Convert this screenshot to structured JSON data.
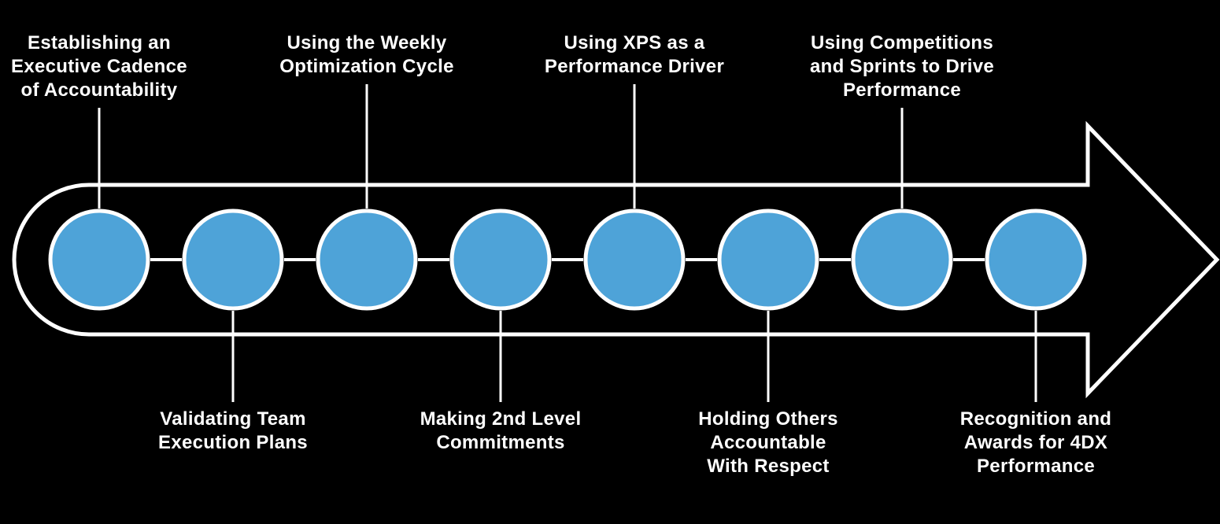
{
  "diagram": {
    "type": "process-arrow-timeline",
    "step_count": 8,
    "colors": {
      "background": "#000000",
      "circle_fill": "#4EA3D8",
      "outline": "#FFFFFF",
      "label_text": "#FFFFFF"
    },
    "steps": [
      {
        "index": 1,
        "position": "top",
        "label": "Establishing an Executive Cadence of Accountability",
        "lines": [
          "Establishing an",
          "Executive Cadence",
          "of Accountability"
        ]
      },
      {
        "index": 2,
        "position": "bottom",
        "label": "Validating Team Execution Plans",
        "lines": [
          "Validating Team",
          "Execution Plans"
        ]
      },
      {
        "index": 3,
        "position": "top",
        "label": "Using the Weekly Optimization Cycle",
        "lines": [
          "Using the Weekly",
          "Optimization Cycle"
        ]
      },
      {
        "index": 4,
        "position": "bottom",
        "label": "Making 2nd Level Commitments",
        "lines": [
          "Making 2nd Level",
          "Commitments"
        ]
      },
      {
        "index": 5,
        "position": "top",
        "label": "Using XPS as a Performance Driver",
        "lines": [
          "Using XPS as a",
          "Performance Driver"
        ]
      },
      {
        "index": 6,
        "position": "bottom",
        "label": "Holding Others Accountable With Respect",
        "lines": [
          "Holding Others",
          "Accountable",
          "With Respect"
        ]
      },
      {
        "index": 7,
        "position": "top",
        "label": "Using Competitions and Sprints to Drive Performance",
        "lines": [
          "Using Competitions",
          "and Sprints to Drive",
          "Performance"
        ]
      },
      {
        "index": 8,
        "position": "bottom",
        "label": "Recognition and Awards for 4DX Performance",
        "lines": [
          "Recognition and",
          "Awards for 4DX",
          "Performance"
        ]
      }
    ]
  }
}
